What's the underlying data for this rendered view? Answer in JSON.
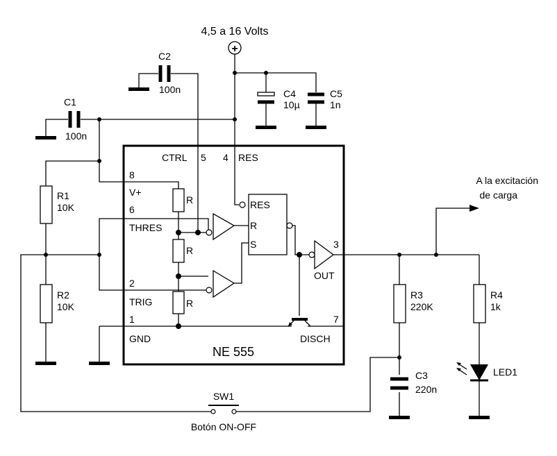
{
  "supply": {
    "label": "4,5 a 16 Volts",
    "symbol": "+"
  },
  "output_label": {
    "line1": "A la excitación",
    "line2": "de carga"
  },
  "chip": {
    "name": "NE 555",
    "internal_resistor_label": "R",
    "ff_pins": {
      "res": "RES",
      "r": "R",
      "s": "S"
    },
    "pins": {
      "ctrl": {
        "num": "5",
        "label": "CTRL"
      },
      "res": {
        "num": "4",
        "label": "RES"
      },
      "vcc": {
        "num": "8",
        "label": "V+"
      },
      "thres": {
        "num": "6",
        "label": "THRES"
      },
      "trig": {
        "num": "2",
        "label": "TRIG"
      },
      "gnd": {
        "num": "1",
        "label": "GND"
      },
      "out": {
        "num": "3",
        "label": "OUT"
      },
      "disch": {
        "num": "7",
        "label": "DISCH"
      }
    }
  },
  "components": {
    "c1": {
      "name": "C1",
      "value": "100n"
    },
    "c2": {
      "name": "C2",
      "value": "100n"
    },
    "c3": {
      "name": "C3",
      "value": "220n"
    },
    "c4": {
      "name": "C4",
      "value": "10µ"
    },
    "c5": {
      "name": "C5",
      "value": "1n"
    },
    "r1": {
      "name": "R1",
      "value": "10K"
    },
    "r2": {
      "name": "R2",
      "value": "10K"
    },
    "r3": {
      "name": "R3",
      "value": "220K"
    },
    "r4": {
      "name": "R4",
      "value": "1k"
    },
    "led": {
      "name": "LED1"
    },
    "sw": {
      "name": "SW1",
      "label": "Botón ON-OFF"
    }
  },
  "colors": {
    "ink": "#000000",
    "background": "#ffffff"
  }
}
